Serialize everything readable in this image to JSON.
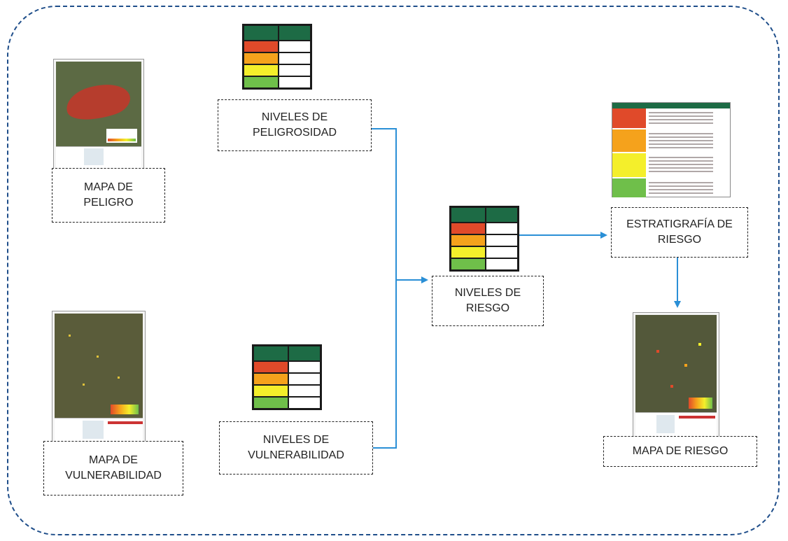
{
  "labels": {
    "mapa_peligro": [
      "MAPA DE",
      "PELIGRO"
    ],
    "niveles_peligrosidad": [
      "NIVELES DE",
      "PELIGROSIDAD"
    ],
    "niveles_vulnerabilidad": [
      "NIVELES DE",
      "VULNERABILIDAD"
    ],
    "mapa_vulnerabilidad": [
      "MAPA DE",
      "VULNERABILIDAD"
    ],
    "niveles_riesgo": [
      "NIVELES DE",
      "RIESGO"
    ],
    "estratigrafia_riesgo": [
      "ESTRATIGRAFÍA DE",
      "RIESGO"
    ],
    "mapa_riesgo": [
      "MAPA DE RIESGO"
    ]
  },
  "colors": {
    "header": "#1d6b45",
    "level_very_high": "#e04a2a",
    "level_high": "#f5a21c",
    "level_medium": "#f4ef2b",
    "level_low": "#6fbf4a",
    "arrow": "#2a8fd6",
    "frame": "#1f4e8a"
  },
  "icons": {
    "hazard_map": "hazard-map-thumbnail",
    "vulnerability_map": "vulnerability-map-thumbnail",
    "risk_map": "risk-map-thumbnail",
    "stratification_table": "risk-stratification-table-thumbnail"
  }
}
